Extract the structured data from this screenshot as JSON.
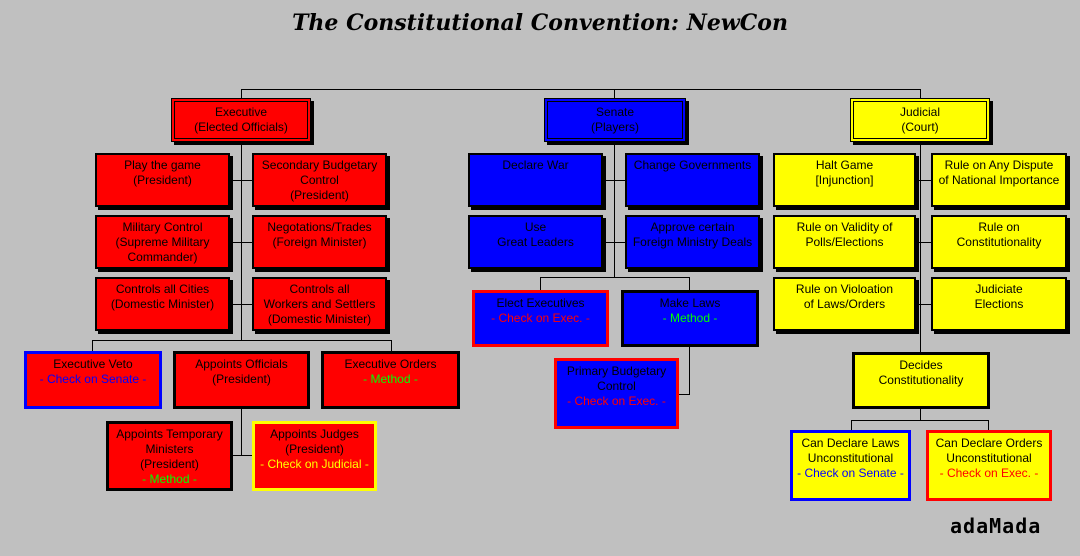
{
  "title": "The Constitutional Convention:  NewCon",
  "signature": "adaMada",
  "executive": {
    "head": [
      "Executive",
      "(Elected Officials)"
    ],
    "powers": [
      [
        "Play the game",
        "(President)"
      ],
      [
        "Secondary Budgetary",
        "Control",
        "(President)"
      ],
      [
        "Military Control",
        "(Supreme Military",
        "Commander)"
      ],
      [
        "Negotations/Trades",
        "(Foreign Minister)"
      ],
      [
        "Controls all Cities",
        "(Domestic Minister)"
      ],
      [
        "Controls all",
        "Workers and Settlers",
        "(Domestic Minister)"
      ]
    ],
    "veto": [
      "Executive Veto",
      "- Check on Senate -"
    ],
    "appoints": [
      "Appoints Officials",
      "(President)"
    ],
    "orders": [
      "Executive Orders",
      "- Method -"
    ],
    "temp": [
      "Appoints Temporary",
      "Ministers",
      "(President)",
      "- Method -"
    ],
    "judges": [
      "Appoints Judges",
      "(President)",
      "- Check on Judicial -"
    ]
  },
  "senate": {
    "head": [
      "Senate",
      "(Players)"
    ],
    "powers": [
      [
        "Declare War"
      ],
      [
        "Change Governments"
      ],
      [
        "Use",
        "Great Leaders"
      ],
      [
        "Approve certain",
        "Foreign Ministry Deals"
      ]
    ],
    "elect": [
      "Elect Executives",
      "- Check on Exec. -"
    ],
    "laws": [
      "Make Laws",
      "- Method -"
    ],
    "budget": [
      "Primary Budgetary",
      "Control",
      "- Check on Exec. -"
    ]
  },
  "judicial": {
    "head": [
      "Judicial",
      "(Court)"
    ],
    "powers": [
      [
        "Halt Game",
        "[Injunction]"
      ],
      [
        "Rule on Any Dispute",
        "of National Importance"
      ],
      [
        "Rule on Validity of",
        "Polls/Elections"
      ],
      [
        "Rule on",
        "Constitutionality"
      ],
      [
        "Rule on Violoation",
        "of Laws/Orders"
      ],
      [
        "Judiciate",
        "Elections"
      ]
    ],
    "decides": [
      "Decides",
      "Constitutionality"
    ],
    "laws": [
      "Can Declare Laws",
      "Unconstitutional",
      "- Check on Senate -"
    ],
    "orders": [
      "Can Declare Orders",
      "Unconstitutional",
      "- Check on Exec. -"
    ]
  }
}
